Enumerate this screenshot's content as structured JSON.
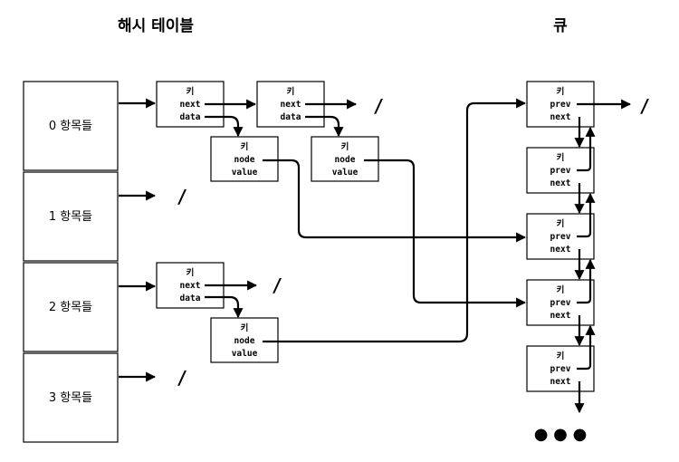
{
  "titles": {
    "hash_table": "해시 테이블",
    "queue": "큐"
  },
  "buckets": [
    {
      "label": "0 항목들"
    },
    {
      "label": "1 항목들"
    },
    {
      "label": "2 항목들"
    },
    {
      "label": "3 항목들"
    }
  ],
  "entry_fields": {
    "key": "키",
    "next": "next",
    "data": "data"
  },
  "data_fields": {
    "key": "키",
    "node": "node",
    "value": "value"
  },
  "queue_fields": {
    "key": "키",
    "prev": "prev",
    "next": "next"
  },
  "null_marker": "/",
  "ellipsis": "● ● ●"
}
